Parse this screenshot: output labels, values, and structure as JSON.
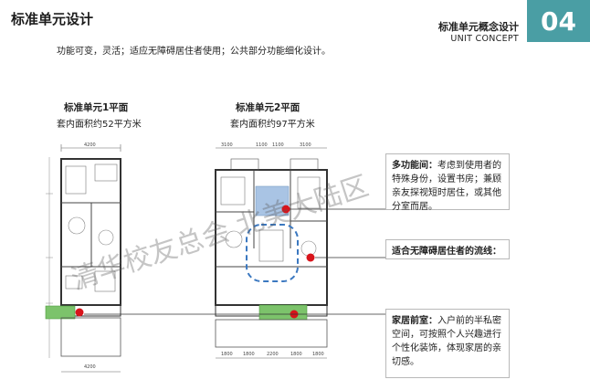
{
  "header": {
    "title": "标准单元设计",
    "subtitle": "功能可变，灵活；适应无障碍居住者使用；公共部分功能细化设计。",
    "section_cn": "标准单元概念设计",
    "section_en": "UNIT CONCEPT",
    "section_number": "04"
  },
  "plans": [
    {
      "title": "标准单元1平面",
      "area": "套内面积约52平方米",
      "top_dim": "4200",
      "bottom_dim": "4200"
    },
    {
      "title": "标准单元2平面",
      "area": "套内面积约97平方米",
      "top_dims": [
        "3100",
        "1100",
        "1100",
        "3100"
      ],
      "bottom_dims": [
        "1800",
        "1800",
        "2200",
        "1800",
        "1800"
      ]
    }
  ],
  "notes": [
    {
      "heading": "多功能间：",
      "text": "考虑到使用者的特殊身份，设置书房；兼顾亲友探视短时居住，或其他分室而居。"
    },
    {
      "heading": "适合无障碍居住者的流线：",
      "text": ""
    },
    {
      "heading": "家居前室：",
      "text": "入户前的半私密空间，可按照个人兴趣进行个性化装饰，体现家居的亲切感。"
    }
  ],
  "colors": {
    "accent": "#4a9ea4",
    "marker": "#d8141b",
    "green_zone": "#7cc36b",
    "blue_zone": "#a9c4e4",
    "flow_line": "#3b78c0"
  },
  "watermark": "清华校友总会 北美大陆区"
}
